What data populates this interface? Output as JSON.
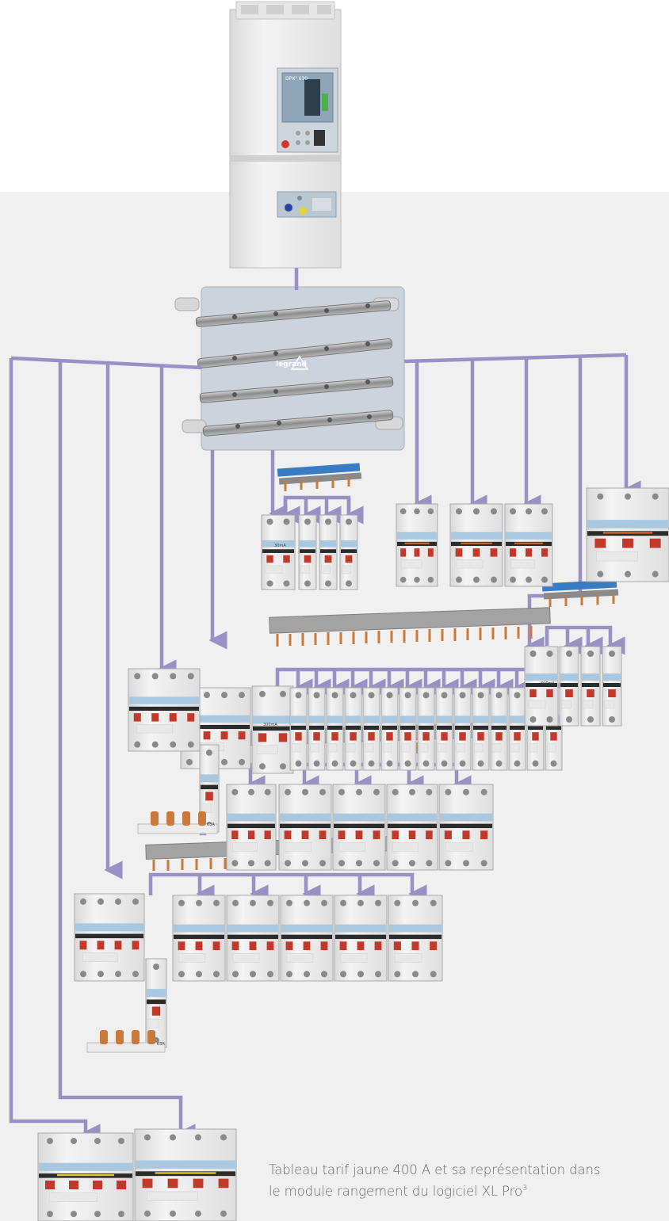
{
  "caption": {
    "line1": "Tableau tarif jaune 400 A et sa représentation dans",
    "line2": "le module rangement du logiciel XL Pro",
    "superscript": "3"
  },
  "device_labels": {
    "main_breaker_model": "DPX³ 630",
    "busbar_brand": "legrand",
    "differential_rating_1": "30mA",
    "differential_rating_2": "300mA",
    "differential_rating_3": "300mA",
    "block_rating_1": "63A",
    "block_rating_2": "63A"
  },
  "colors": {
    "connector": "#9990c4",
    "panel_background": "#f0f0f0",
    "module_body": "#ececec",
    "blue_band": "#a9c7de",
    "busbar_metal": "#9a9a9a",
    "copper_pin": "#c97a3c"
  },
  "icons": [
    "warning-triangle-icon",
    "arrow-down-icon"
  ]
}
